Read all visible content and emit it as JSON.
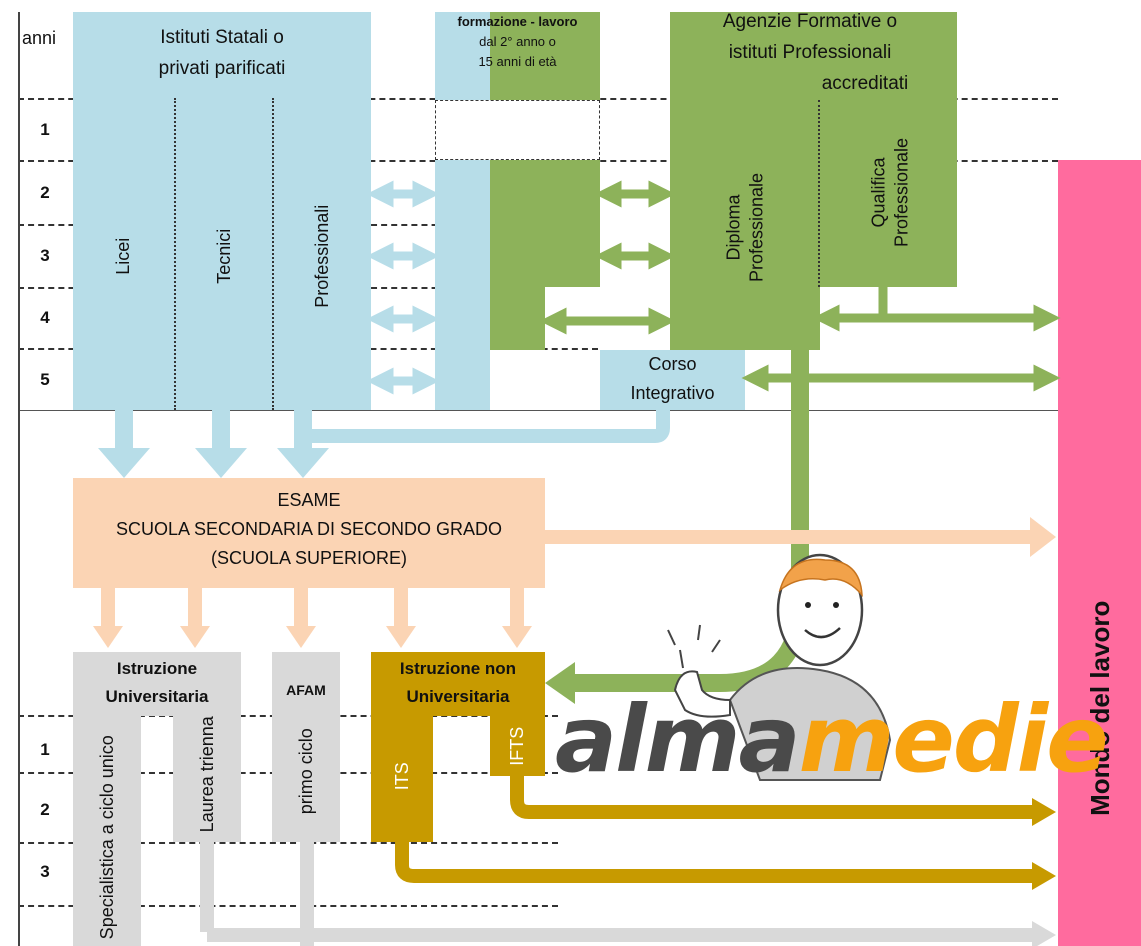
{
  "header": {
    "anni": "anni"
  },
  "years_secondary": [
    "1",
    "2",
    "3",
    "4",
    "5"
  ],
  "years_tertiary": [
    "1",
    "2",
    "3"
  ],
  "statali": {
    "title_line1": "Istituti Statali o",
    "title_line2": "privati parificati",
    "columns": [
      "Licei",
      "Tecnici",
      "Professionali"
    ]
  },
  "formazione": {
    "title": "formazione - lavoro",
    "line2": "dal 2° anno o",
    "line3": "15 anni di età"
  },
  "agenzie": {
    "line1": "Agenzie Formative o",
    "line2": "istituti Professionali",
    "line3": "accreditati",
    "diploma_line1": "Diploma",
    "diploma_line2": "Professionale",
    "qualifica_line1": "Qualifica",
    "qualifica_line2": "Professionale"
  },
  "corso": {
    "line1": "Corso",
    "line2": "Integrativo"
  },
  "esame": {
    "line1": "ESAME",
    "line2": "SCUOLA SECONDARIA DI SECONDO GRADO",
    "line3": "(SCUOLA SUPERIORE)"
  },
  "universitaria": {
    "line1": "Istruzione",
    "line2": "Universitaria",
    "col1": "Specialistica a ciclo unico",
    "col2": "Laurea triennale"
  },
  "afam": {
    "title": "AFAM",
    "col": "primo ciclo"
  },
  "non_universitaria": {
    "line1": "Istruzione  non",
    "line2": "Universitaria",
    "its": "ITS",
    "ifts": "IFTS"
  },
  "mondo": "Mondo del lavoro",
  "logo": {
    "part1": "alma",
    "part2": "medie"
  },
  "colors": {
    "blue": "#b7dde8",
    "green": "#8db25a",
    "peach": "#fbd4b4",
    "grey": "#d9d9d9",
    "gold": "#c79a00",
    "pink": "#ff6b9e",
    "logo_dark": "#4a4a4a",
    "logo_orange": "#f7a20f"
  }
}
